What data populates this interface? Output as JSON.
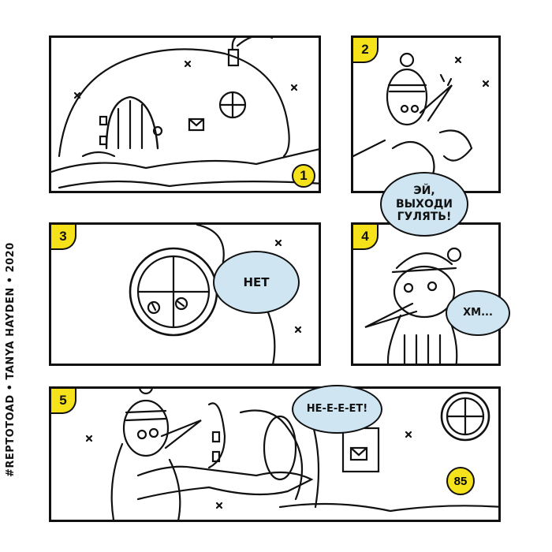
{
  "credit": "#REPTOTOAD • TANYA HAYDEN • 2020",
  "page_number": "85",
  "panels": [
    {
      "number": "1"
    },
    {
      "number": "2",
      "speech": [
        "ЭЙ,",
        "ВЫХОДИ",
        "ГУЛЯТЬ!"
      ]
    },
    {
      "number": "3",
      "speech": "НЕТ"
    },
    {
      "number": "4",
      "speech": "ХМ..."
    },
    {
      "number": "5",
      "speech": "НЕ-Е-Е-ЕТ!"
    }
  ],
  "colors": {
    "bubble": "#cfe5f2",
    "badge": "#f5e21b",
    "ink": "#111111"
  }
}
